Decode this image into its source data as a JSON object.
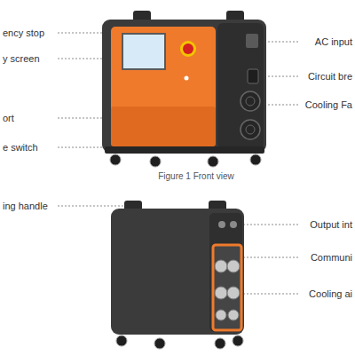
{
  "diagram": {
    "caption": "Figure 1 Front view",
    "labels": [
      "ency stop",
      "y screen",
      "ort",
      "e switch",
      "AC input",
      "Circuit bre",
      "Cooling Fa",
      "ing handle",
      "Output int",
      "Communi",
      "Cooling ai"
    ]
  }
}
